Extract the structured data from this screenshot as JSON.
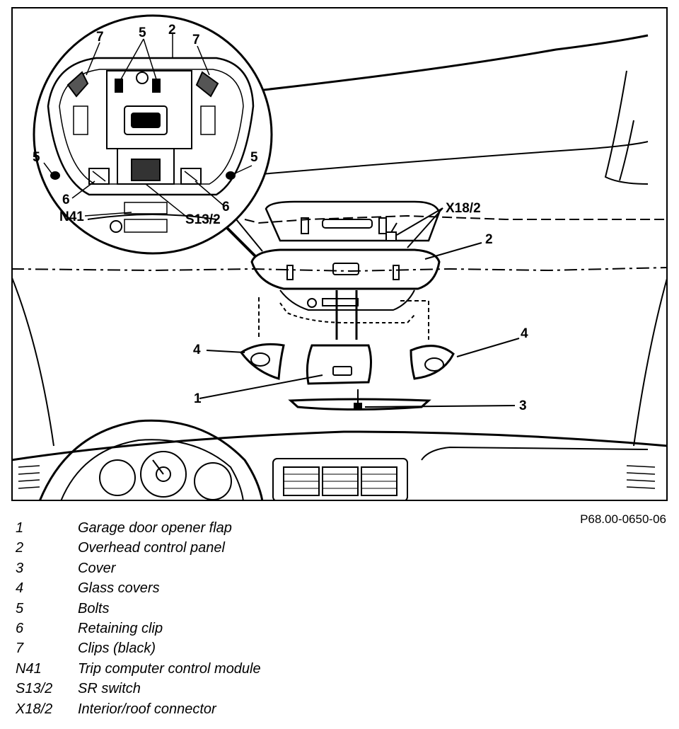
{
  "figure": {
    "reference_code": "P68.00-0650-06",
    "callouts": {
      "c1": "1",
      "c2": "2",
      "c2_detail": "2",
      "c3": "3",
      "c4_left": "4",
      "c4_right": "4",
      "c5_top": "5",
      "c5_left": "5",
      "c5_right": "5",
      "c6_left": "6",
      "c6_right": "6",
      "c7_left": "7",
      "c7_right": "7",
      "n41": "N41",
      "s13_2": "S13/2",
      "x18_2": "X18/2"
    }
  },
  "legend": [
    {
      "key": "1",
      "label": "Garage door opener flap"
    },
    {
      "key": "2",
      "label": "Overhead control panel"
    },
    {
      "key": "3",
      "label": "Cover"
    },
    {
      "key": "4",
      "label": "Glass covers"
    },
    {
      "key": "5",
      "label": "Bolts"
    },
    {
      "key": "6",
      "label": "Retaining clip"
    },
    {
      "key": "7",
      "label": "Clips (black)"
    },
    {
      "key": "N41",
      "label": "Trip computer control module"
    },
    {
      "key": "S13/2",
      "label": "SR switch"
    },
    {
      "key": "X18/2",
      "label": "Interior/roof connector"
    }
  ]
}
